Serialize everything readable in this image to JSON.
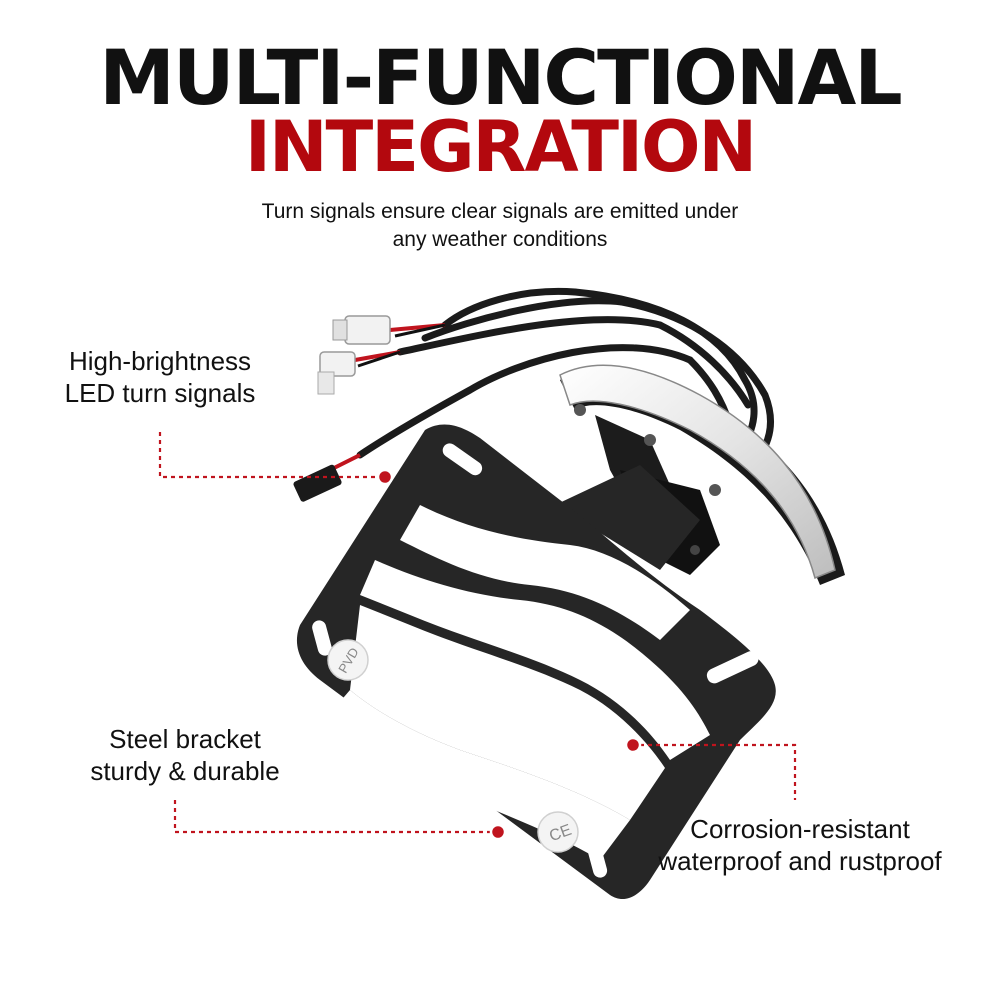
{
  "headline": {
    "line1": "MULTI-FUNCTIONAL",
    "line2": "INTEGRATION",
    "line1_color": "#111111",
    "line2_color": "#b3080e"
  },
  "subtitle": {
    "line1": "Turn signals ensure clear signals are emitted under",
    "line2": "any weather conditions"
  },
  "callouts": {
    "led": {
      "line1": "High-brightness",
      "line2": "LED turn signals"
    },
    "steel": {
      "line1": "Steel bracket",
      "line2": "sturdy & durable"
    },
    "corrosion": {
      "line1": "Corrosion-resistant",
      "line2": "waterproof and rustproof"
    }
  },
  "stickers": {
    "top": "PVD",
    "bottom": "CE"
  },
  "colors": {
    "accent": "#c0141e",
    "bracket": "#262626",
    "leader": "#c0141e"
  },
  "icons": [
    "license-plate-bracket-icon",
    "led-turn-signal-icon",
    "wire-harness-icon",
    "connector-plug-icon"
  ]
}
